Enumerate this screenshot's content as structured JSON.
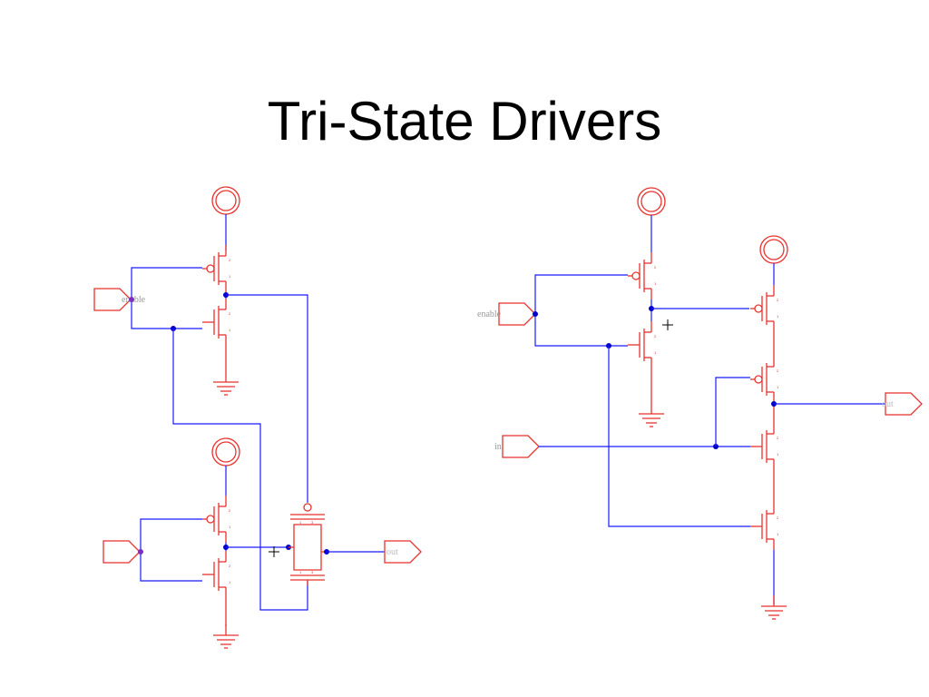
{
  "slide": {
    "title": "Tri-State Drivers"
  },
  "left_schematic": {
    "input_pin_top": "enable",
    "input_pin_bottom": "",
    "output_pin": "out"
  },
  "right_schematic": {
    "enable_pin": "enable",
    "in_pin": "in",
    "out_pin": "out"
  },
  "colors": {
    "component": "#e8332f",
    "wire": "#1a1aff",
    "node": "#0000cc",
    "text": "#000000",
    "label": "#999999"
  }
}
